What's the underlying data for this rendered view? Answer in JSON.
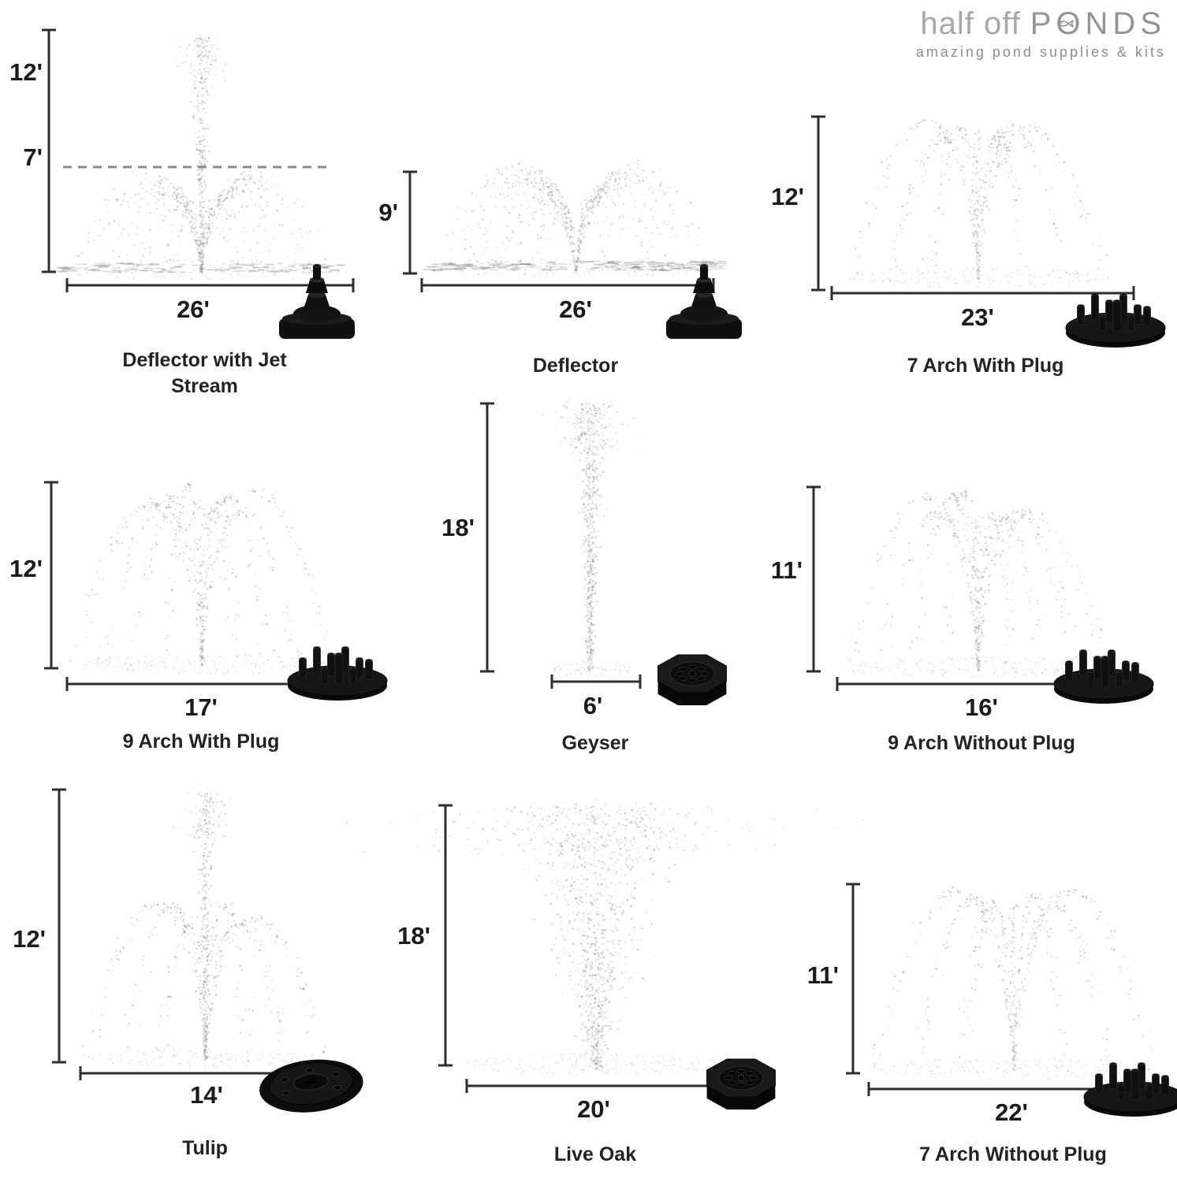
{
  "logo": {
    "prefix": "half off",
    "brand": "PONDS",
    "tagline": "amazing pond supplies & kits"
  },
  "fountains": [
    {
      "name": "Deflector with Jet Stream",
      "height": "12'",
      "height_secondary": "7'",
      "width": "26'",
      "nozzle_icon": "deflector-nozzle-icon"
    },
    {
      "name": "Deflector",
      "height": "9'",
      "width": "26'",
      "nozzle_icon": "deflector-nozzle-icon"
    },
    {
      "name": "7 Arch With Plug",
      "height": "12'",
      "width": "23'",
      "nozzle_icon": "arch-manifold-nozzle-icon"
    },
    {
      "name": "9 Arch With Plug",
      "height": "12'",
      "width": "17'",
      "nozzle_icon": "arch-manifold-nozzle-icon"
    },
    {
      "name": "Geyser",
      "height": "18'",
      "width": "6'",
      "nozzle_icon": "geyser-cap-nozzle-icon"
    },
    {
      "name": "9 Arch Without Plug",
      "height": "11'",
      "width": "16'",
      "nozzle_icon": "arch-manifold-nozzle-icon"
    },
    {
      "name": "Tulip",
      "height": "12'",
      "width": "14'",
      "nozzle_icon": "tulip-disc-nozzle-icon"
    },
    {
      "name": "Live Oak",
      "height": "18'",
      "width": "20'",
      "nozzle_icon": "geyser-cap-nozzle-icon"
    },
    {
      "name": "7 Arch Without Plug",
      "height": "11'",
      "width": "22'",
      "nozzle_icon": "arch-manifold-nozzle-icon"
    }
  ]
}
